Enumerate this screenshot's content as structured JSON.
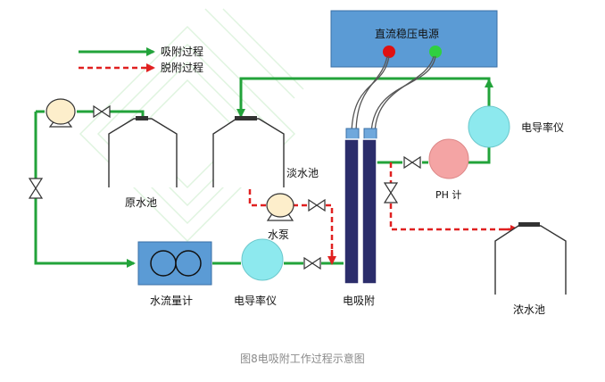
{
  "legend": {
    "adsorption": "吸附过程",
    "desorption": "脱附过程"
  },
  "labels": {
    "power_supply": "直流稳压电源",
    "raw_tank": "原水池",
    "fresh_tank": "淡水池",
    "pump": "水泵",
    "flowmeter": "水流量计",
    "conductivity_left": "电导率仪",
    "electrode": "电吸附",
    "ph_meter": "PH 计",
    "conductivity_right": "电导率仪",
    "concentrate_tank": "浓水池"
  },
  "caption": "图8电吸附工作过程示意图",
  "colors": {
    "adsorption_line": "#22a33a",
    "desorption_line": "#e02020",
    "power_box": "#5b9bd5",
    "flowmeter_box": "#5b9bd5",
    "pump_fill": "#fdeecb",
    "ph_fill": "#f4a4a4",
    "conductivity_fill": "#8de9ee",
    "electrode_fill": "#2b2d6b",
    "indicator_red": "#e01010",
    "indicator_green": "#30d040",
    "caption_color": "#8a8a8a"
  }
}
